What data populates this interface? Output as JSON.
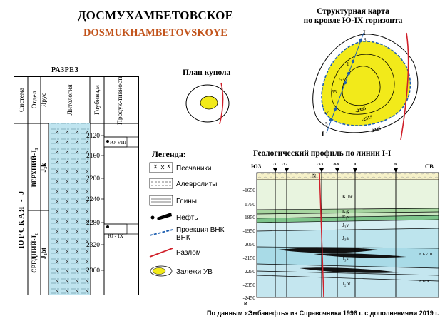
{
  "title": {
    "ru": "ДОСМУХАМБЕТОВСКОЕ",
    "en": "DOSMUKHAMBETOVSKOYE"
  },
  "section": {
    "title": "РАЗРЕЗ",
    "headers": {
      "system": "Система",
      "series": "Отдел",
      "stage": "Ярус",
      "lithology": "Литология",
      "depth": "Глубина,м",
      "productivity": "Продук-тивность"
    },
    "system": "ЮРСКАЯ - J",
    "series_upper": "ВЕРХНИЙ-J₃",
    "series_middle": "СРЕДНИЙ-J₂",
    "stage_upper": "J₃k",
    "stage_middle": "J₂bt",
    "depth_ticks": [
      "2120",
      "2160",
      "2200",
      "2240",
      "2280",
      "2320",
      "2360"
    ],
    "horizons": [
      "Ю-VIII",
      "Ю - IX"
    ]
  },
  "plan": {
    "title": "План купола"
  },
  "structural_map": {
    "title_line1": "Структурная карта",
    "title_line2": "по кровле Ю-IX горизонта",
    "line_labels": [
      "I",
      "I"
    ],
    "wells": [
      "8",
      "1",
      "53",
      "55",
      "57",
      "5"
    ],
    "contours": [
      "-2305",
      "-2315",
      "-2325"
    ]
  },
  "legend": {
    "title": "Легенда:",
    "items": [
      "Песчаники",
      "Алевролиты",
      "Глины",
      "Нефть",
      "Проекция ВНК",
      "Разлом",
      "Залежи УВ"
    ]
  },
  "profile": {
    "title": "Геологический профиль по линии I-I",
    "left_dir": "ЮЗ",
    "right_dir": "СВ",
    "wells": [
      "5",
      "57",
      "55",
      "53",
      "1",
      "8"
    ],
    "depth_ticks": [
      "-1650",
      "-1750",
      "-1850",
      "-1950",
      "-2050",
      "-2150",
      "-2250",
      "-2350",
      "-2450"
    ],
    "unit": "м",
    "layers": [
      "K₁br",
      "K₁g",
      "K₁v",
      "J₃v",
      "J₃a",
      "J₃k",
      "J₂bt",
      "N"
    ],
    "horizons": [
      "Ю-VIII",
      "Ю-IX"
    ]
  },
  "source": "По данным «Эмбанефть» из Справочника 1996 г. с дополнениями 2019 г.",
  "colors": {
    "oil_deposit": "#f2ea1a",
    "title_en": "#c2541c",
    "fault": "#d0202a",
    "owc": "#1f5fb0",
    "water_blue": "#bfe4ef"
  }
}
